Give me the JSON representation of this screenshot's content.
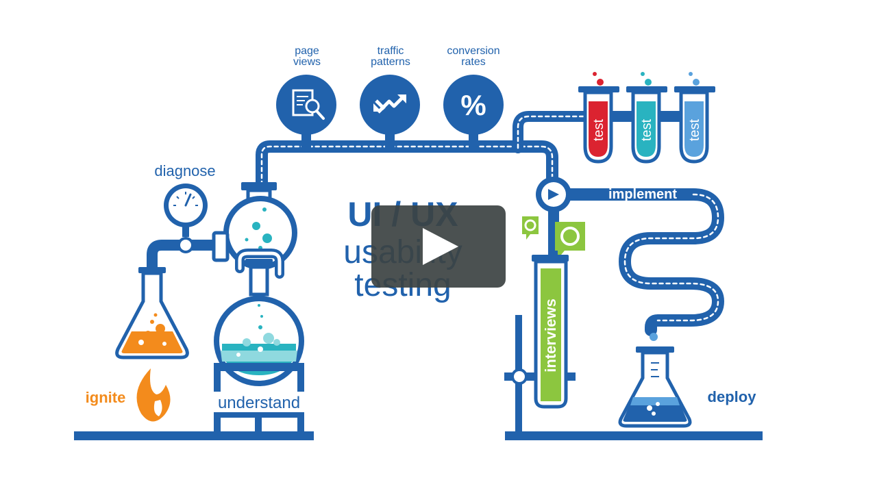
{
  "metrics": {
    "page_views": [
      "page",
      "views"
    ],
    "traffic_patterns": [
      "traffic",
      "patterns"
    ],
    "conversion_rates": [
      "conversion",
      "rates"
    ],
    "conversion_symbol": "%"
  },
  "stages": {
    "diagnose": "diagnose",
    "ignite": "ignite",
    "understand": "understand",
    "implement": "implement",
    "interviews": "interviews",
    "deploy": "deploy",
    "test_tubes": [
      "test",
      "test",
      "test"
    ]
  },
  "title": {
    "line1": "UI / UX",
    "line2": "usability",
    "line3": "testing"
  },
  "colors": {
    "primary_blue": "#2162ac",
    "orange": "#f38b1c",
    "teal": "#29b3c0",
    "red": "#db2330",
    "light_blue": "#5aa2dd",
    "green": "#8cc63f",
    "light_teal": "#8fd9df"
  },
  "icons": [
    "search-page-icon",
    "traffic-arrows-icon",
    "percent-icon",
    "play-valve-icon",
    "gauge-icon",
    "flame-icon",
    "refresh-bubble-icon",
    "play-icon"
  ]
}
